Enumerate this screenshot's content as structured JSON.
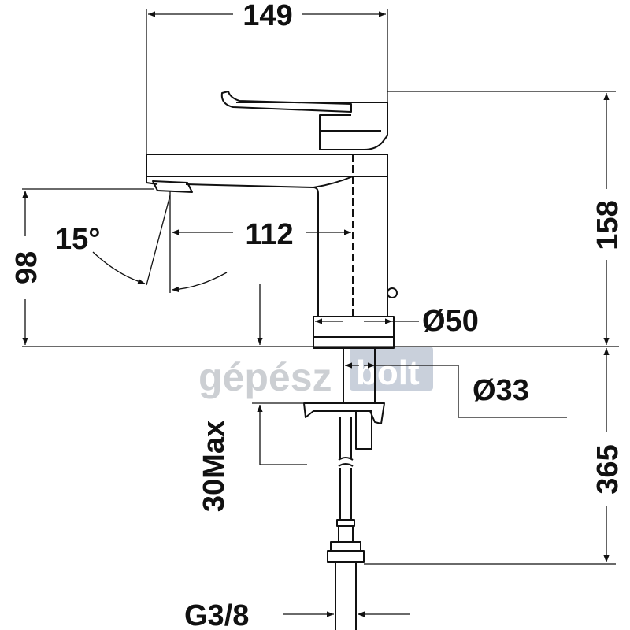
{
  "dimensions": {
    "width_top": "149",
    "height_right_top": "158",
    "height_right_bottom": "365",
    "height_left": "98",
    "spout_reach": "112",
    "angle": "15°",
    "base_diameter": "Ø50",
    "shank_diameter": "Ø33",
    "max_counter_thickness": "30Max",
    "connection_thread": "G3/8"
  },
  "watermark": {
    "part1": "gépész",
    "part2": "bolt"
  },
  "colors": {
    "line": "#111111",
    "watermark_gray": "#c4c7cc",
    "watermark_box": "#b7c0cf"
  }
}
